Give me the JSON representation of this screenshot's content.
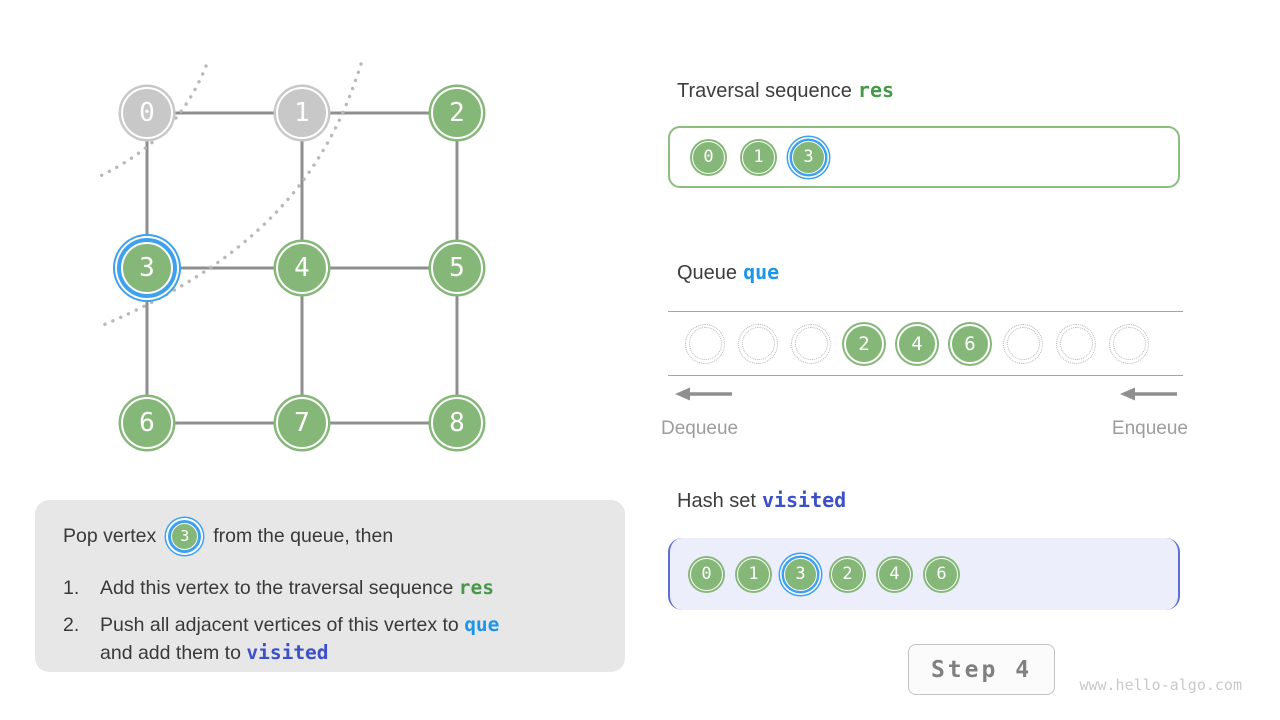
{
  "graph": {
    "cols_x": [
      147,
      302,
      457
    ],
    "rows_y": [
      113,
      268,
      423
    ],
    "vertices": [
      {
        "id": "0",
        "col": 0,
        "row": 0,
        "state": "processed"
      },
      {
        "id": "1",
        "col": 1,
        "row": 0,
        "state": "processed"
      },
      {
        "id": "2",
        "col": 2,
        "row": 0,
        "state": "normal"
      },
      {
        "id": "3",
        "col": 0,
        "row": 1,
        "state": "current"
      },
      {
        "id": "4",
        "col": 1,
        "row": 1,
        "state": "normal"
      },
      {
        "id": "5",
        "col": 2,
        "row": 1,
        "state": "normal"
      },
      {
        "id": "6",
        "col": 0,
        "row": 2,
        "state": "normal"
      },
      {
        "id": "7",
        "col": 1,
        "row": 2,
        "state": "normal"
      },
      {
        "id": "8",
        "col": 2,
        "row": 2,
        "state": "normal"
      }
    ],
    "edges": [
      [
        "0",
        "1"
      ],
      [
        "1",
        "2"
      ],
      [
        "3",
        "4"
      ],
      [
        "4",
        "5"
      ],
      [
        "6",
        "7"
      ],
      [
        "7",
        "8"
      ],
      [
        "0",
        "3"
      ],
      [
        "1",
        "4"
      ],
      [
        "2",
        "5"
      ],
      [
        "3",
        "6"
      ],
      [
        "4",
        "7"
      ],
      [
        "5",
        "8"
      ]
    ]
  },
  "sections": {
    "traversal": {
      "title": "Traversal sequence",
      "code": "res",
      "items": [
        {
          "v": "0",
          "current": false
        },
        {
          "v": "1",
          "current": false
        },
        {
          "v": "3",
          "current": true
        }
      ]
    },
    "queue": {
      "title": "Queue",
      "code": "que",
      "slots": [
        "",
        "",
        "",
        "2",
        "4",
        "6",
        "",
        "",
        ""
      ],
      "dequeue_label": "Dequeue",
      "enqueue_label": "Enqueue"
    },
    "hashset": {
      "title": "Hash set",
      "code": "visited",
      "items": [
        {
          "v": "0",
          "current": false
        },
        {
          "v": "1",
          "current": false
        },
        {
          "v": "3",
          "current": true
        },
        {
          "v": "2",
          "current": false
        },
        {
          "v": "4",
          "current": false
        },
        {
          "v": "6",
          "current": false
        }
      ]
    }
  },
  "explanation": {
    "intro_before": "Pop vertex",
    "intro_vertex": "3",
    "intro_after": "from the queue, then",
    "items": [
      {
        "num": "1.",
        "parts": [
          {
            "t": "Add this vertex to the traversal sequence "
          },
          {
            "t": "res",
            "code": "green"
          }
        ]
      },
      {
        "num": "2.",
        "parts": [
          {
            "t": "Push all adjacent vertices of this vertex to "
          },
          {
            "t": "que",
            "code": "blue"
          },
          {
            "br": true
          },
          {
            "t": "and add them to "
          },
          {
            "t": "visited",
            "code": "indigo"
          }
        ]
      }
    ]
  },
  "controls": {
    "step_label": "Step 4"
  },
  "watermark": "www.hello-algo.com",
  "colors": {
    "vertex_green": "#85b878",
    "vertex_gray": "#c8c8c8",
    "highlight_blue": "#3ea1ee",
    "code_green": "#47984b",
    "code_blue": "#1b96e9",
    "code_indigo": "#3c50c9",
    "res_box_border": "#8cbe7f",
    "queue_rail_blue": "#74b2e4",
    "hash_box_bg": "#eceefb",
    "hash_box_border": "#5c6fd4",
    "edge_gray": "#8f8f8f",
    "explain_bg": "#e7e7e7"
  }
}
